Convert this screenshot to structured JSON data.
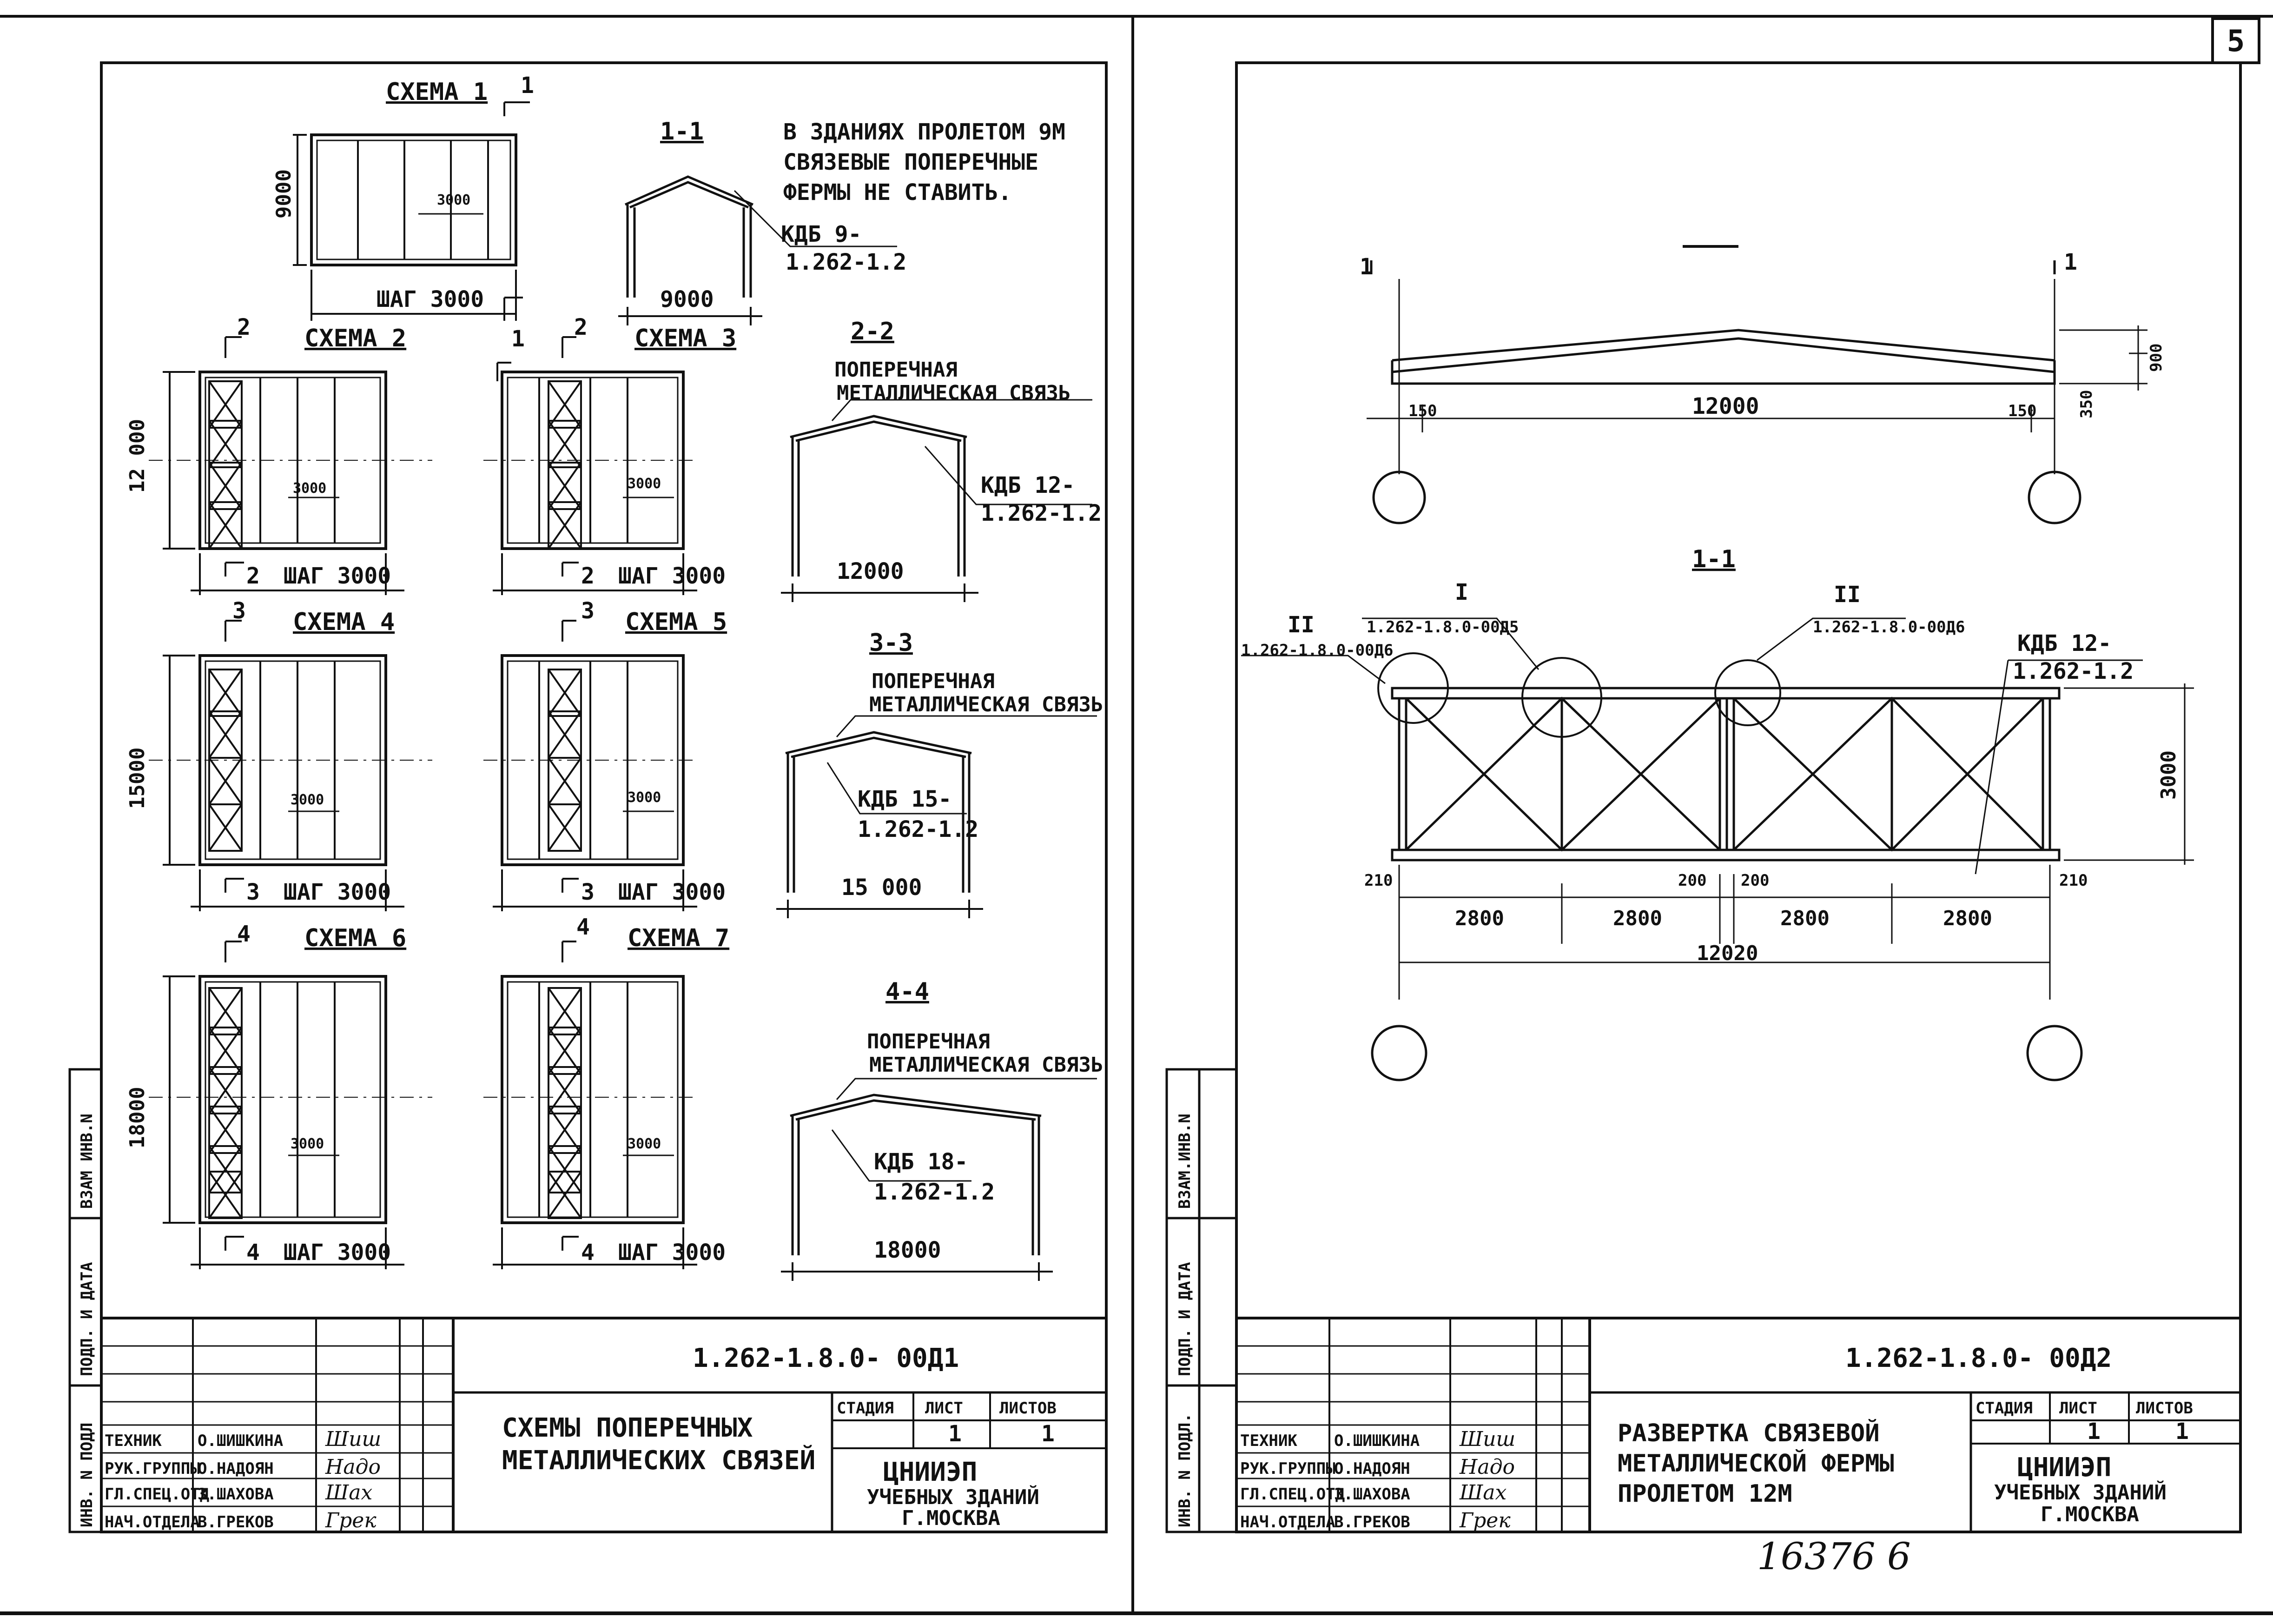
{
  "sheet_number": "5",
  "scan_number": "16376   6",
  "left_sheet": {
    "schemes": {
      "s1": {
        "title": "СХЕМА 1",
        "cut": "1",
        "height": "9000",
        "step": "ШАГ 3000",
        "span": "3000",
        "cut_bottom": "1"
      },
      "s2": {
        "title": "СХЕМА 2",
        "cut": "2",
        "height": "12 000",
        "step": "ШАГ 3000",
        "span": "3000",
        "cut_bottom": "2"
      },
      "s3": {
        "title": "СХЕМА 3",
        "cut": "2",
        "step": "ШАГ 3000",
        "span": "3000",
        "cut_bottom": "2"
      },
      "s4": {
        "title": "СХЕМА 4",
        "cut": "3",
        "height": "15000",
        "step": "ШАГ 3000",
        "span": "3000",
        "cut_bottom": "3"
      },
      "s5": {
        "title": "СХЕМА 5",
        "cut": "3",
        "step": "ШАГ 3000",
        "span": "3000",
        "cut_bottom": "3"
      },
      "s6": {
        "title": "СХЕМА 6",
        "cut": "4",
        "height": "18000",
        "step": "ШАГ 3000",
        "span": "3000",
        "cut_bottom": "4"
      },
      "s7": {
        "title": "СХЕМА 7",
        "cut": "4",
        "step": "ШАГ 3000",
        "span": "3000",
        "cut_bottom": "4"
      }
    },
    "note_lines": [
      "В ЗДАНИЯХ ПРОЛЕТОМ 9М",
      "СВЯЗЕВЫЕ ПОПЕРЕЧНЫЕ",
      "ФЕРМЫ НЕ СТАВИТЬ."
    ],
    "sections": {
      "s11": {
        "title": "1-1",
        "ref1": "КДБ 9-",
        "ref2": "1.262-1.2",
        "width": "9000"
      },
      "s22": {
        "title": "2-2",
        "label1": "ПОПЕРЕЧНАЯ",
        "label2": "МЕТАЛЛИЧЕСКАЯ СВЯЗЬ",
        "ref1": "КДБ 12-",
        "ref2": "1.262-1.2",
        "width": "12000"
      },
      "s33": {
        "title": "3-3",
        "label1": "ПОПЕРЕЧНАЯ",
        "label2": "МЕТАЛЛИЧЕСКАЯ СВЯЗЬ",
        "ref1": "КДБ 15-",
        "ref2": "1.262-1.2",
        "width": "15 000"
      },
      "s44": {
        "title": "4-4",
        "label1": "ПОПЕРЕЧНАЯ",
        "label2": "МЕТАЛЛИЧЕСКАЯ СВЯЗЬ",
        "ref1": "КДБ 18-",
        "ref2": "1.262-1.2",
        "width": "18000"
      }
    },
    "title_block": {
      "code": "1.262-1.8.0- 00Д1",
      "title_line1": "СХЕМЫ ПОПЕРЕЧНЫХ",
      "title_line2": "МЕТАЛЛИЧЕСКИХ СВЯЗЕЙ",
      "stage_label": "СТАДИЯ",
      "sheet_label": "ЛИСТ",
      "sheets_label": "ЛИСТОВ",
      "sheet": "1",
      "sheets": "1",
      "org1": "ЦНИИЭП",
      "org2": "УЧЕБНЫХ ЗДАНИЙ",
      "org3": "Г.МОСКВА",
      "roles": [
        "ТЕХНИК",
        "РУК.ГРУППЫ",
        "ГЛ.СПЕЦ.ОТД",
        "НАЧ.ОТДЕЛА"
      ],
      "names": [
        "О.ШИШКИНА",
        "О.НАДОЯН",
        "З.ШАХОВА",
        "В.ГРЕКОВ"
      ],
      "signatures": [
        "Шиш",
        "Надо",
        "Шах",
        "Грек"
      ]
    },
    "margin_labels": [
      "ВЗАМ ИНВ.N",
      "ПОДП. И ДАТА",
      "ИНВ. N ПОДЛ"
    ]
  },
  "right_sheet": {
    "top_view": {
      "cut_left": "1",
      "cut_right": "1",
      "height_total": "900",
      "height_end": "350",
      "length": "12000",
      "left_edge": "150",
      "right_edge": "150"
    },
    "section": {
      "title": "1-1",
      "callout1_id": "I",
      "callout1_code": "1.262-1.8.0-00Д5",
      "callout2_id": "II",
      "callout2_code": "1.262-1.8.0-00Д6",
      "callout3_id": "II",
      "callout3_code": "1.262-1.8.0-00Д6",
      "ref1": "КДБ 12-",
      "ref2": "1.262-1.2",
      "height": "3000",
      "edge_left": "210",
      "edge_right": "210",
      "gap_left": "200",
      "gap_right": "200",
      "bays": [
        "2800",
        "2800",
        "2800",
        "2800"
      ],
      "total": "12020"
    },
    "title_block": {
      "code": "1.262-1.8.0- 00Д2",
      "title_line1": "РАЗВЕРТКА СВЯЗЕВОЙ",
      "title_line2": "МЕТАЛЛИЧЕСКОЙ ФЕРМЫ",
      "title_line3": "ПРОЛЕТОМ 12М",
      "stage_label": "СТАДИЯ",
      "sheet_label": "ЛИСТ",
      "sheets_label": "ЛИСТОВ",
      "sheet": "1",
      "sheets": "1",
      "org1": "ЦНИИЭП",
      "org2": "УЧЕБНЫХ ЗДАНИЙ",
      "org3": "Г.МОСКВА",
      "roles": [
        "ТЕХНИК",
        "РУК.ГРУППЫ",
        "ГЛ.СПЕЦ.ОТД",
        "НАЧ.ОТДЕЛА"
      ],
      "names": [
        "О.ШИШКИНА",
        "О.НАДОЯН",
        "З.ШАХОВА",
        "В.ГРЕКОВ"
      ],
      "signatures": [
        "Шиш",
        "Надо",
        "Шах",
        "Грек"
      ]
    },
    "margin_labels": [
      "ВЗАМ.ИНВ.N",
      "ПОДП. И ДАТА",
      "ИНВ. N ПОДЛ."
    ]
  }
}
